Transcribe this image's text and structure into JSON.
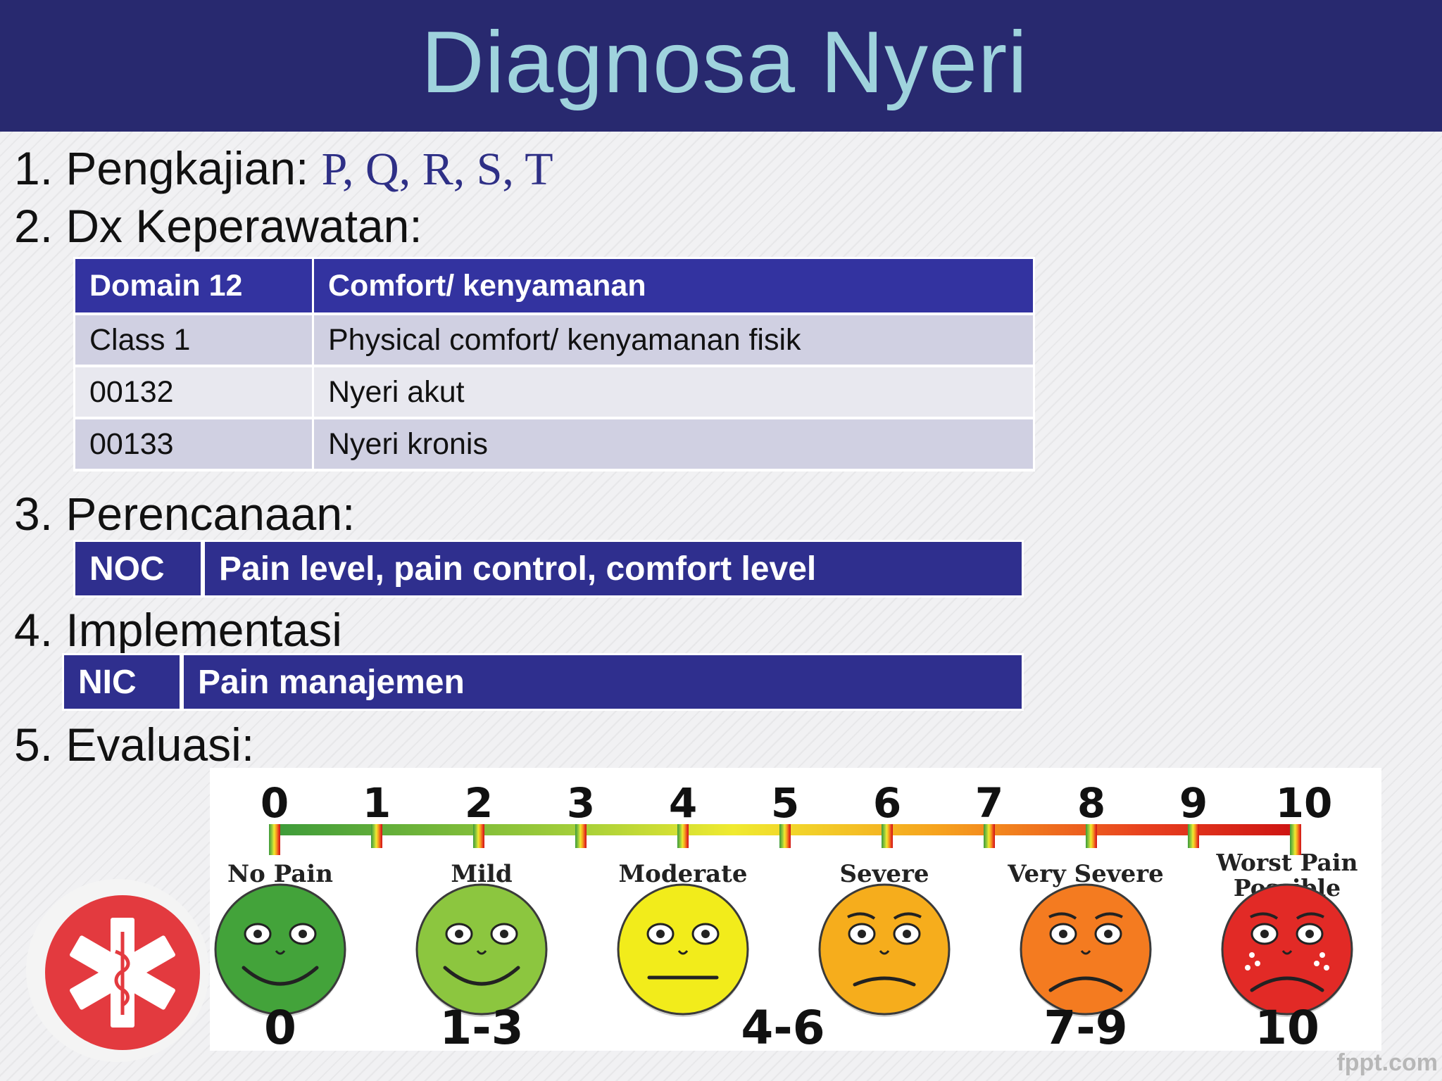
{
  "title": "Diagnosa Nyeri",
  "sections": {
    "s1_prefix": "1. Pengkajian: ",
    "s1_items": "P, Q, R, S, T",
    "s2": "2. Dx Keperawatan:",
    "s3": "3. Perencanaan:",
    "s4": "4. Implementasi",
    "s5": "5. Evaluasi:"
  },
  "dx_table": {
    "header": [
      "Domain 12",
      "Comfort/ kenyamanan"
    ],
    "rows": [
      [
        "Class 1",
        "Physical comfort/ kenyamanan fisik"
      ],
      [
        "00132",
        "Nyeri akut"
      ],
      [
        "00133",
        "Nyeri kronis"
      ]
    ]
  },
  "noc": {
    "label": "NOC",
    "value": "Pain level, pain control, comfort level"
  },
  "nic": {
    "label": "NIC",
    "value": "Pain manajemen"
  },
  "pain_scale": {
    "numbers": [
      "0",
      "1",
      "2",
      "3",
      "4",
      "5",
      "6",
      "7",
      "8",
      "9",
      "10"
    ],
    "faces": [
      {
        "label": "No Pain",
        "range": "0",
        "color": "#43a33a"
      },
      {
        "label": "Mild",
        "range": "1-3",
        "color": "#8cc63f"
      },
      {
        "label": "Moderate",
        "range": "4-6",
        "color": "#f2ec1b"
      },
      {
        "label": "Severe",
        "range": "",
        "color": "#f6ad1c"
      },
      {
        "label": "Very Severe",
        "range": "7-9",
        "color": "#f47b20"
      },
      {
        "label_line1": "Worst Pain",
        "label_line2": "Possible",
        "range": "10",
        "color": "#e22a26"
      }
    ]
  },
  "watermark": "fppt.com"
}
